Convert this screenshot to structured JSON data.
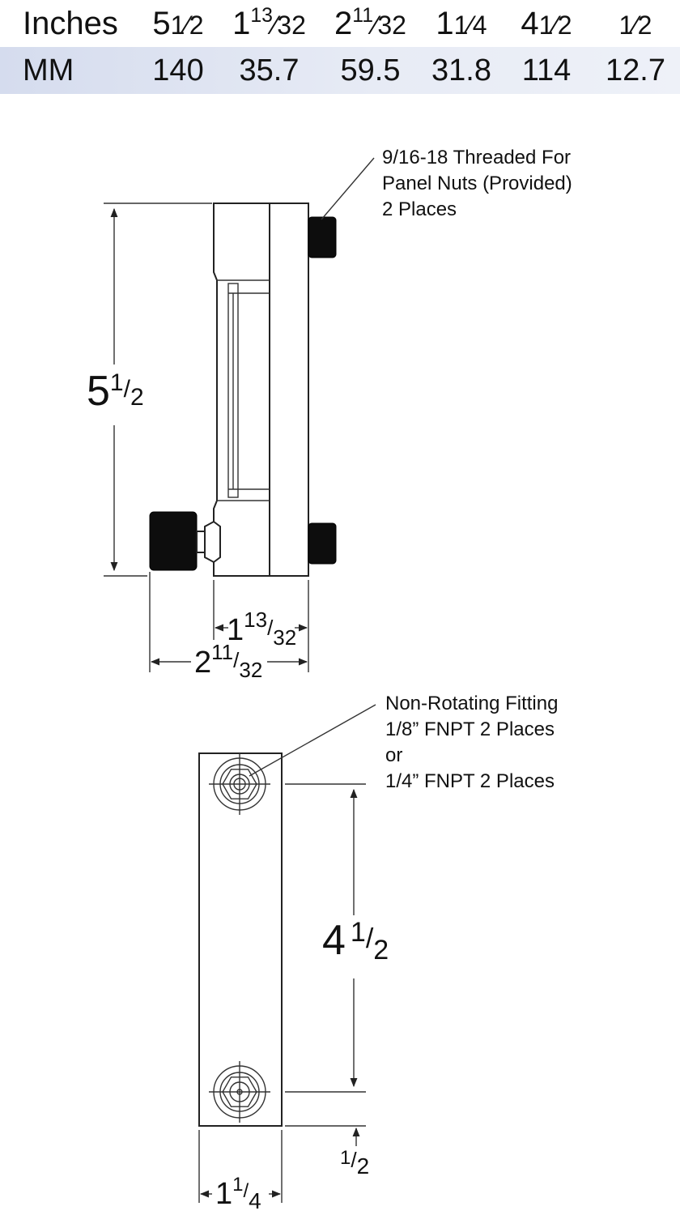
{
  "conversion_table": {
    "header_label": "Inches",
    "mm_label": "MM",
    "columns": [
      {
        "whole": "5",
        "num": "1",
        "den": "2",
        "mm": "140"
      },
      {
        "whole": "1",
        "num": "13",
        "den": "32",
        "mm": "35.7"
      },
      {
        "whole": "2",
        "num": "11",
        "den": "32",
        "mm": "59.5"
      },
      {
        "whole": "1",
        "num": "1",
        "den": "4",
        "mm": "31.8"
      },
      {
        "whole": "4",
        "num": "1",
        "den": "2",
        "mm": "114"
      },
      {
        "whole": "",
        "num": "1",
        "den": "2",
        "mm": "12.7"
      }
    ]
  },
  "side_view": {
    "callout_lines": [
      "9/16-18 Threaded For",
      "Panel Nuts (Provided)",
      "2 Places"
    ],
    "height_dim": {
      "whole": "5",
      "num": "1",
      "den": "2"
    },
    "depth_dim": {
      "whole": "1",
      "num": "13",
      "den": "32"
    },
    "overall_depth_dim": {
      "whole": "2",
      "num": "11",
      "den": "32"
    }
  },
  "rear_view": {
    "callout_lines": [
      "Non-Rotating Fitting",
      "1/8” FNPT 2 Places",
      "or",
      "1/4” FNPT 2 Places"
    ],
    "spacing_dim": {
      "whole": "4",
      "num": "1",
      "den": "2"
    },
    "offset_dim": {
      "num": "1",
      "den": "2"
    },
    "width_dim": {
      "whole": "1",
      "num": "1",
      "den": "4"
    }
  },
  "colors": {
    "line": "#222222",
    "knob": "#0d0d0d",
    "table_band": "#dde3f1"
  }
}
